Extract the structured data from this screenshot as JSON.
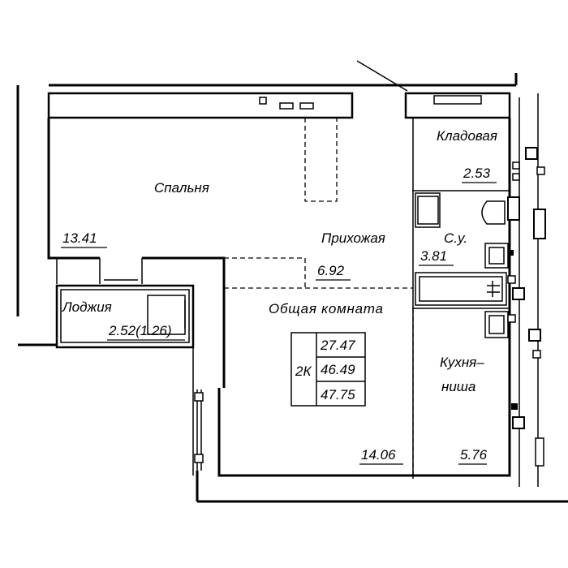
{
  "rooms": {
    "bedroom": {
      "name": "Спальня",
      "area": "13.41"
    },
    "hallway": {
      "name": "Прихожая",
      "area": "6.92"
    },
    "storage": {
      "name": "Кладовая",
      "area": "2.53"
    },
    "bathroom": {
      "name": "С.у.",
      "area": "3.81"
    },
    "loggia": {
      "name": "Лоджия",
      "area": "2.52(1.26)"
    },
    "living": {
      "name": "Общая комната",
      "area": "14.06"
    },
    "kitchen": {
      "name_line1": "Кухня–",
      "name_line2": "ниша",
      "area": "5.76"
    }
  },
  "summary": {
    "type": "2К",
    "living_area": "27.47",
    "total_area": "46.49",
    "total_with_loggia": "47.75"
  }
}
